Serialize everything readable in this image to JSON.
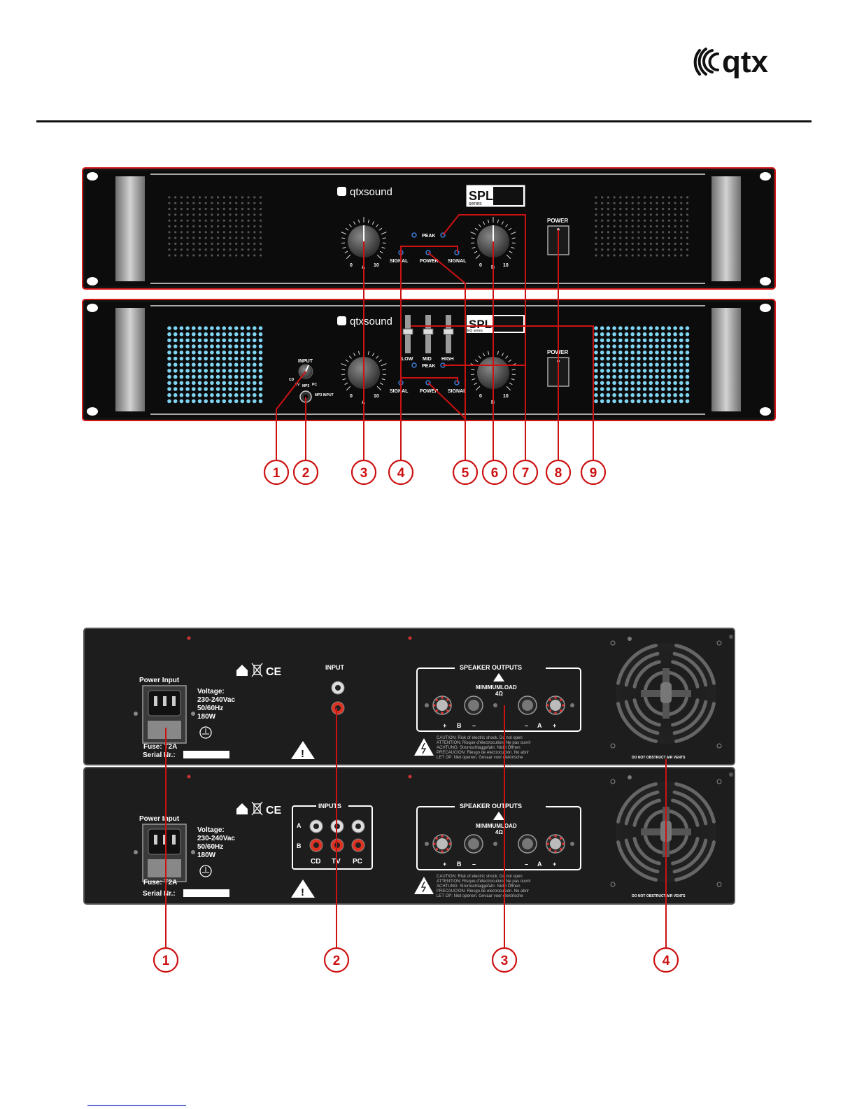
{
  "header": {
    "logo_text": "qtx"
  },
  "front": {
    "brand": "qtxsound",
    "series": "SPL",
    "series_sub_top": "series",
    "series_sub_bottom": "EQ series",
    "peak": "PEAK",
    "signal": "SIGNAL",
    "power_led": "POWER",
    "power_switch": "POWER",
    "knob_min": "0",
    "knob_max": "10",
    "ch_a": "A",
    "ch_b": "B",
    "eq_low": "LOW",
    "eq_mid": "MID",
    "eq_high": "HIGH",
    "input_selector": "INPUT",
    "sel_cd": "CD",
    "sel_tv": "TV",
    "sel_mp3": "MP3",
    "sel_pc": "PC",
    "mp3_input": "MP3 INPUT",
    "callouts": [
      "1",
      "2",
      "3",
      "4",
      "5",
      "6",
      "7",
      "8",
      "9"
    ]
  },
  "rear": {
    "power_input": "Power Input",
    "voltage_lines": [
      "Voltage:",
      "230-240Vac",
      "50/60Hz",
      "180W"
    ],
    "fuse": "Fuse: T2A",
    "serial": "Serial Nr.:",
    "ce": "CE",
    "input_single": "INPUT",
    "inputs": "INPUTS",
    "row_a": "A",
    "row_b": "B",
    "inputs_cols": [
      "CD",
      "TV",
      "PC"
    ],
    "speaker_outputs": "SPEAKER OUTPUTS",
    "min_load": "MINIMUMLOAD",
    "ohms": "4Ω",
    "polarity": [
      "+",
      "B",
      "–",
      "–",
      "A",
      "+"
    ],
    "warnings": [
      "CAUTION: Risk of electric shock. Do not open",
      "ATTENTION: Risque d'électrocution. Ne pas ouvrir",
      "ACHTUNG: Stromschlaggefahr. Nicht Öffnen",
      "PRECAUCION: Riesgo de electrocución. No abrir",
      "LET OP: Niet openen. Gevaar voor elektrische"
    ],
    "fan_note": "DO NOT OBSTRUCT AIR VENTS",
    "callouts": [
      "1",
      "2",
      "3",
      "4"
    ]
  },
  "colors": {
    "accent": "#cc1111",
    "led": "#3a7bd5",
    "grille_blue": "#7fd4f2",
    "panel": "#111111"
  }
}
